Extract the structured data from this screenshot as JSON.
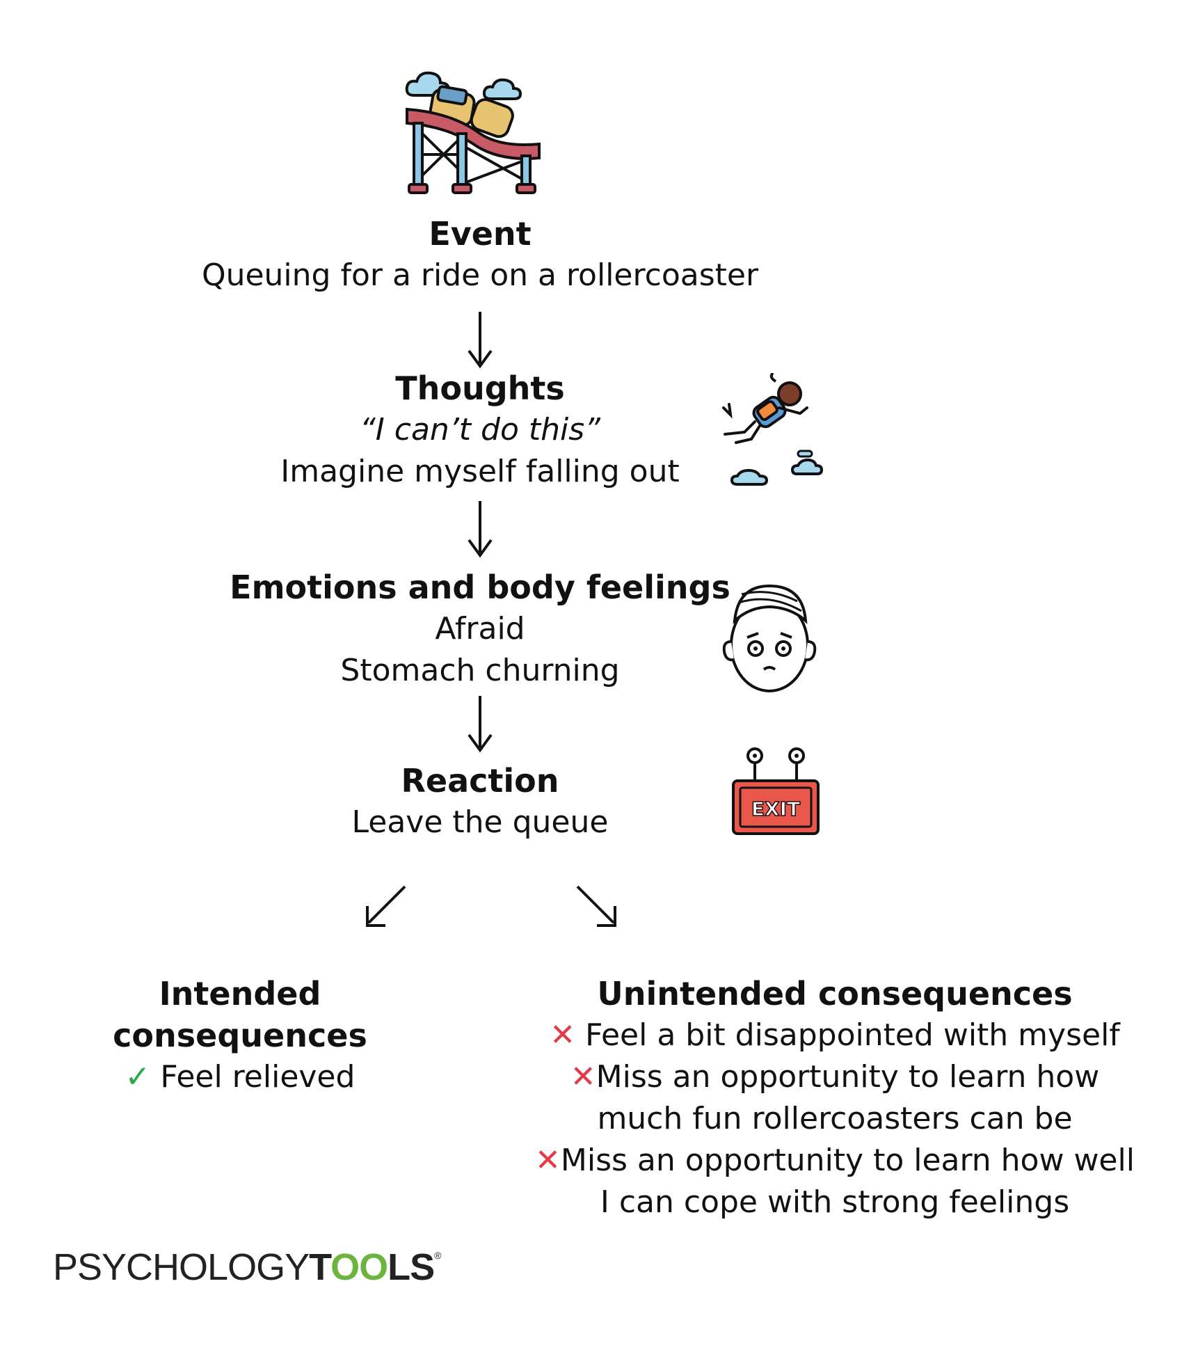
{
  "event": {
    "title": "Event",
    "lines": [
      "Queuing for a ride on a rollercoaster"
    ],
    "icon": "rollercoaster-icon"
  },
  "thoughts": {
    "title": "Thoughts",
    "quote": "“I can’t do this”",
    "lines": [
      "Imagine myself falling out"
    ],
    "icon": "falling-person-icon"
  },
  "emotions": {
    "title": "Emotions and body feelings",
    "lines": [
      "Afraid",
      "Stomach churning"
    ],
    "icon": "worried-face-icon"
  },
  "reaction": {
    "title": "Reaction",
    "lines": [
      "Leave the queue"
    ],
    "icon": "exit-sign-icon",
    "icon_text": "EXIT"
  },
  "intended": {
    "title": "Intended consequences",
    "items": [
      {
        "mark": "✓",
        "lines": [
          "Feel relieved"
        ]
      }
    ]
  },
  "unintended": {
    "title": "Unintended consequences",
    "items": [
      {
        "mark": "✕",
        "lines": [
          "Feel a bit disappointed with myself"
        ]
      },
      {
        "mark": "✕",
        "lines": [
          "Miss an opportunity to learn how",
          "much fun rollercoasters can be"
        ]
      },
      {
        "mark": "✕",
        "lines": [
          "Miss an opportunity to learn how well",
          "I can cope with strong feelings"
        ]
      }
    ]
  },
  "logo": {
    "text_light": "PSYCHOLOGY",
    "text_bold_t": "T",
    "text_bold_o1": "O",
    "text_bold_o2": "O",
    "text_bold_ls": "LS",
    "registered": "®"
  },
  "colors": {
    "check": "#2ea84a",
    "cross": "#e23b47",
    "exit_sign": "#e8574a",
    "track": "#c85a66",
    "cloud": "#a8d8ee"
  }
}
